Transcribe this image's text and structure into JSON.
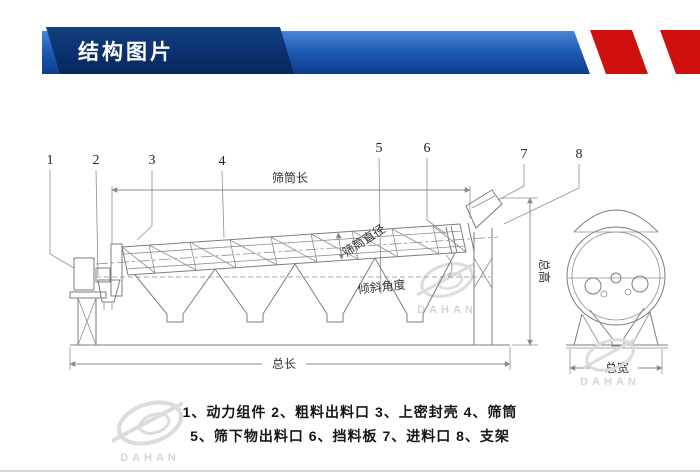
{
  "header": {
    "title": "结构图片",
    "colors": {
      "bar_blue": "#1f5cb4",
      "plate_navy": "#0b2f6e",
      "accent_red": "#d00f0f"
    }
  },
  "diagram": {
    "callouts": [
      "1",
      "2",
      "3",
      "4",
      "5",
      "6",
      "7",
      "8"
    ],
    "labels": {
      "drum_length": "筛筒长",
      "drum_diameter": "筛筒直径",
      "incline_angle": "倾斜角度",
      "total_length": "总长",
      "total_height": "总高",
      "total_width": "总宽"
    },
    "watermark": "DAHAN"
  },
  "caption": {
    "line1": "1、动力组件  2、粗料出料口  3、上密封壳  4、筛筒",
    "line2": "5、筛下物出料口  6、挡料板  7、进料口  8、支架"
  }
}
